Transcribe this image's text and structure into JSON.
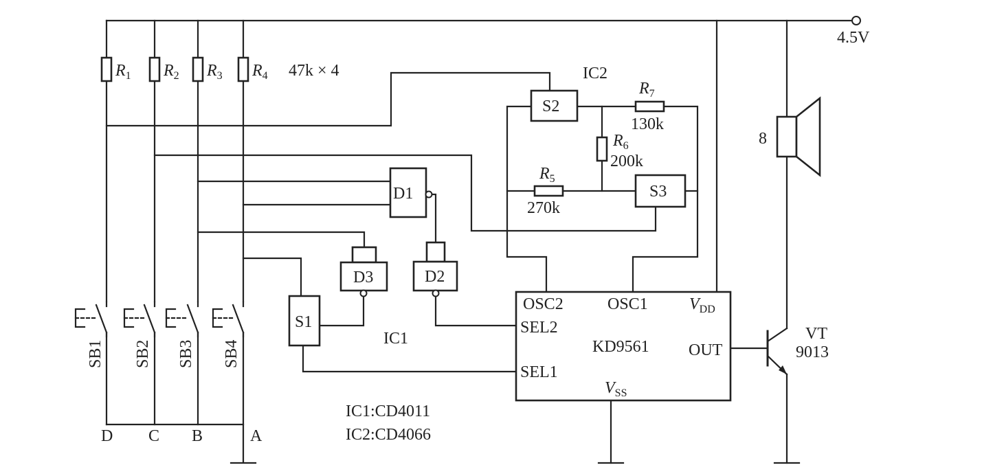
{
  "supply": {
    "voltage": "4.5V"
  },
  "resistors_top": [
    {
      "sym": "R",
      "idx": "1"
    },
    {
      "sym": "R",
      "idx": "2"
    },
    {
      "sym": "R",
      "idx": "3"
    },
    {
      "sym": "R",
      "idx": "4"
    }
  ],
  "resistor_note": "47k × 4",
  "ic2": {
    "label": "IC2",
    "r7": {
      "sym": "R",
      "idx": "7",
      "value": "130k"
    },
    "r6": {
      "sym": "R",
      "idx": "6",
      "value": "200k"
    },
    "r5": {
      "sym": "R",
      "idx": "5",
      "value": "270k"
    },
    "switches": [
      "S2",
      "S3"
    ]
  },
  "ic1": {
    "label": "IC1",
    "gates": [
      "D1",
      "D2",
      "D3"
    ],
    "switch": "S1"
  },
  "chip": {
    "name": "KD9561",
    "osc2": "OSC2",
    "osc1": "OSC1",
    "vdd": {
      "sym": "V",
      "sub": "DD"
    },
    "sel2": "SEL2",
    "sel1": "SEL1",
    "out": "OUT",
    "vss": {
      "sym": "V",
      "sub": "SS"
    }
  },
  "speaker": {
    "label": "8"
  },
  "transistor": {
    "name": "VT",
    "part": "9013"
  },
  "buttons": [
    "SB1",
    "SB2",
    "SB3",
    "SB4"
  ],
  "nodes": [
    "D",
    "C",
    "B",
    "A"
  ],
  "legend": [
    {
      "name": "IC1",
      "part": "CD4011"
    },
    {
      "name": "IC2",
      "part": "CD4066"
    }
  ]
}
